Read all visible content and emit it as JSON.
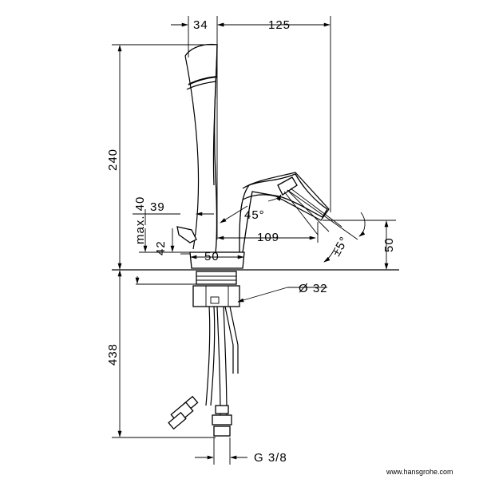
{
  "dimensions": {
    "top_offset": "34",
    "spout_reach": "125",
    "total_height": "240",
    "lever_clearance_label": "max. 40",
    "lever_height": "39",
    "lever_clearance_value": "42",
    "spout_angle": "45°",
    "spout_projection": "109",
    "base_diameter": "50",
    "spray_tolerance": "±5°",
    "outlet_height": "50",
    "thread_diameter": "Ø 32",
    "hose_length": "438",
    "connection_thread": "G 3/8"
  },
  "credit": "www.hansgrohe.com"
}
